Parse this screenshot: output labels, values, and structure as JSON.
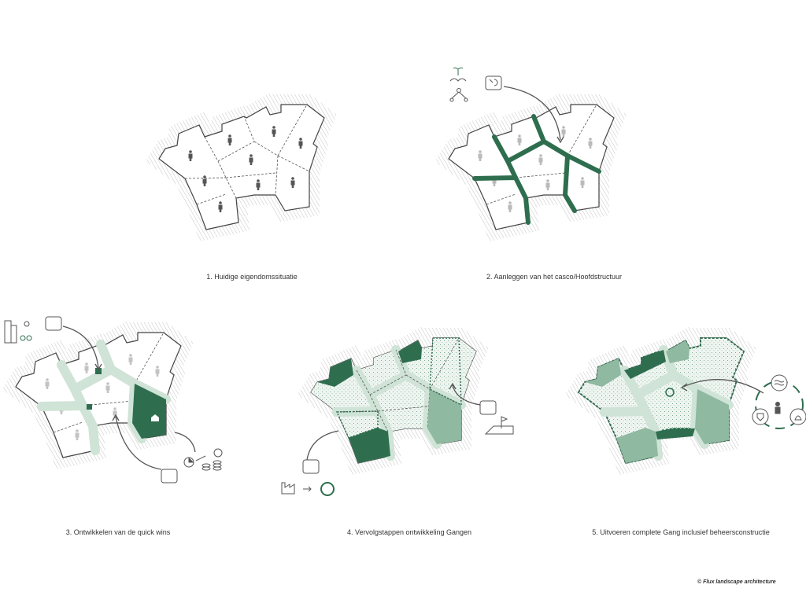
{
  "captions": [
    "1. Huidige eigendomssituatie",
    "2. Aanleggen van het casco/Hoofdstructuur",
    "3. Ontwikkelen van de quick wins",
    "4. Vervolgstappen ontwikkeling Gangen",
    "5. Uitvoeren complete Gang inclusief beheersconstructie"
  ],
  "copyright": "© Flux landscape architecture",
  "colors": {
    "dark_green": "#2e6e4f",
    "light_green": "#cfe3d6",
    "mid_green": "#8fb9a0",
    "line": "#444444"
  }
}
